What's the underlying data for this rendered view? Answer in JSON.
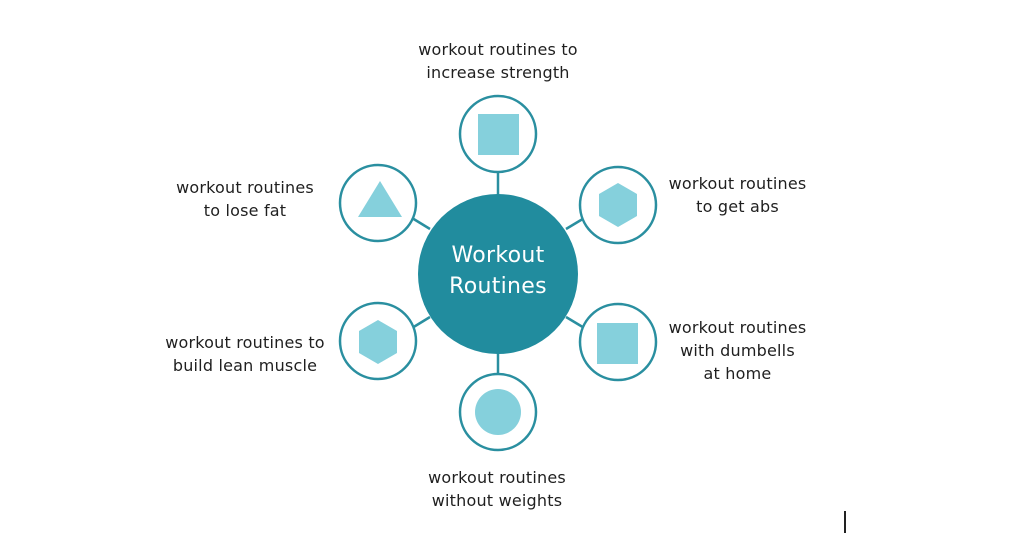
{
  "diagram": {
    "title": "Workout Routines",
    "center": {
      "line1": "Workout",
      "line2": "Routines"
    },
    "colors": {
      "center_fill": "#218c9e",
      "ring_stroke": "#2a8fa0",
      "shape_fill": "#85d0dc",
      "text": "#1f1f1f",
      "center_text": "#ffffff"
    },
    "nodes": [
      {
        "id": "increase-strength",
        "shape": "square",
        "label": "workout routines to\nincrease strength"
      },
      {
        "id": "get-abs",
        "shape": "hexagon",
        "label": "workout routines\nto get abs"
      },
      {
        "id": "dumbells-at-home",
        "shape": "square",
        "label": "workout routines\nwith dumbells\nat home"
      },
      {
        "id": "without-weights",
        "shape": "circle",
        "label": "workout routines\nwithout weights"
      },
      {
        "id": "build-lean-muscle",
        "shape": "hexagon",
        "label": "workout routines to\nbuild lean muscle"
      },
      {
        "id": "lose-fat",
        "shape": "triangle",
        "label": "workout routines\nto lose fat"
      }
    ]
  }
}
